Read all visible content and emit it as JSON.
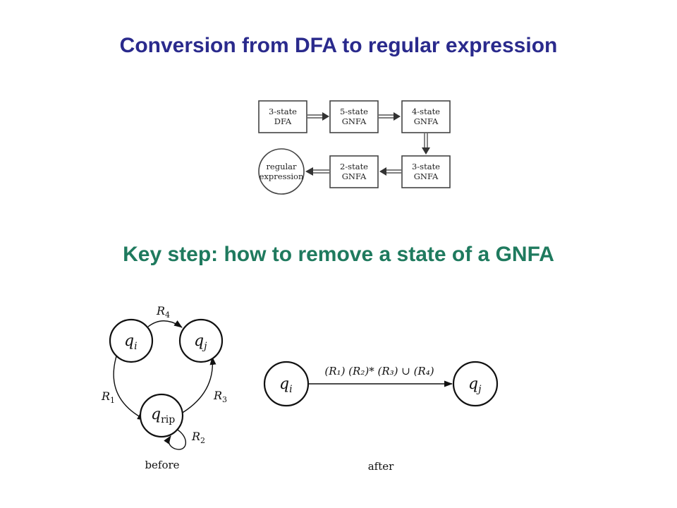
{
  "titles": {
    "main": "Conversion from DFA to regular expression",
    "key_step": "Key step: how to remove a state of a GNFA"
  },
  "flow": {
    "boxes": [
      {
        "line1": "3-state",
        "line2": "DFA"
      },
      {
        "line1": "5-state",
        "line2": "GNFA"
      },
      {
        "line1": "4-state",
        "line2": "GNFA"
      },
      {
        "line1": "3-state",
        "line2": "GNFA"
      },
      {
        "line1": "2-state",
        "line2": "GNFA"
      }
    ],
    "result": {
      "line1": "regular",
      "line2": "expression"
    }
  },
  "before": {
    "qi": "q",
    "qi_sub": "i",
    "qj": "q",
    "qj_sub": "j",
    "qrip": "q",
    "qrip_sub": "rip",
    "R4": "R",
    "R4_sub": "4",
    "R1": "R",
    "R1_sub": "1",
    "R3": "R",
    "R3_sub": "3",
    "R2": "R",
    "R2_sub": "2",
    "caption": "before"
  },
  "after": {
    "qi": "q",
    "qi_sub": "i",
    "qj": "q",
    "qj_sub": "j",
    "expression": "(R₁) (R₂)* (R₃) ∪ (R₄)",
    "caption": "after"
  }
}
